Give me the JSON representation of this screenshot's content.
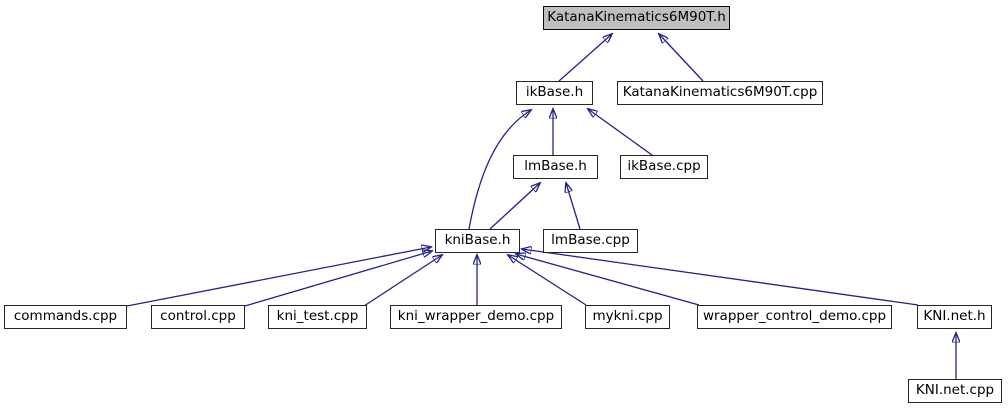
{
  "graph": {
    "kind": "include-dependency-graph",
    "colors": {
      "edge": "#22228a",
      "node_fill": "#ffffff",
      "current_node_fill": "#bfbfbf",
      "node_border": "#262626",
      "text": "#000000",
      "background": "#ffffff"
    },
    "nodes": [
      {
        "id": "KatanaKinematics6M90T.h",
        "label": "KatanaKinematics6M90T.h",
        "highlighted": true
      },
      {
        "id": "ikBase.h",
        "label": "ikBase.h",
        "highlighted": false
      },
      {
        "id": "KatanaKinematics6M90T.cpp",
        "label": "KatanaKinematics6M90T.cpp",
        "highlighted": false
      },
      {
        "id": "lmBase.h",
        "label": "lmBase.h",
        "highlighted": false
      },
      {
        "id": "ikBase.cpp",
        "label": "ikBase.cpp",
        "highlighted": false
      },
      {
        "id": "kniBase.h",
        "label": "kniBase.h",
        "highlighted": false
      },
      {
        "id": "lmBase.cpp",
        "label": "lmBase.cpp",
        "highlighted": false
      },
      {
        "id": "commands.cpp",
        "label": "commands.cpp",
        "highlighted": false
      },
      {
        "id": "control.cpp",
        "label": "control.cpp",
        "highlighted": false
      },
      {
        "id": "kni_test.cpp",
        "label": "kni_test.cpp",
        "highlighted": false
      },
      {
        "id": "kni_wrapper_demo.cpp",
        "label": "kni_wrapper_demo.cpp",
        "highlighted": false
      },
      {
        "id": "mykni.cpp",
        "label": "mykni.cpp",
        "highlighted": false
      },
      {
        "id": "wrapper_control_demo.cpp",
        "label": "wrapper_control_demo.cpp",
        "highlighted": false
      },
      {
        "id": "KNI.net.h",
        "label": "KNI.net.h",
        "highlighted": false
      },
      {
        "id": "KNI.net.cpp",
        "label": "KNI.net.cpp",
        "highlighted": false
      }
    ],
    "edges": [
      {
        "from": "ikBase.h",
        "to": "KatanaKinematics6M90T.h"
      },
      {
        "from": "KatanaKinematics6M90T.cpp",
        "to": "KatanaKinematics6M90T.h"
      },
      {
        "from": "lmBase.h",
        "to": "ikBase.h"
      },
      {
        "from": "ikBase.cpp",
        "to": "ikBase.h"
      },
      {
        "from": "kniBase.h",
        "to": "ikBase.h"
      },
      {
        "from": "kniBase.h",
        "to": "lmBase.h"
      },
      {
        "from": "lmBase.cpp",
        "to": "lmBase.h"
      },
      {
        "from": "commands.cpp",
        "to": "kniBase.h"
      },
      {
        "from": "control.cpp",
        "to": "kniBase.h"
      },
      {
        "from": "kni_test.cpp",
        "to": "kniBase.h"
      },
      {
        "from": "kni_wrapper_demo.cpp",
        "to": "kniBase.h"
      },
      {
        "from": "mykni.cpp",
        "to": "kniBase.h"
      },
      {
        "from": "wrapper_control_demo.cpp",
        "to": "kniBase.h"
      },
      {
        "from": "KNI.net.h",
        "to": "kniBase.h"
      },
      {
        "from": "KNI.net.cpp",
        "to": "KNI.net.h"
      }
    ]
  }
}
